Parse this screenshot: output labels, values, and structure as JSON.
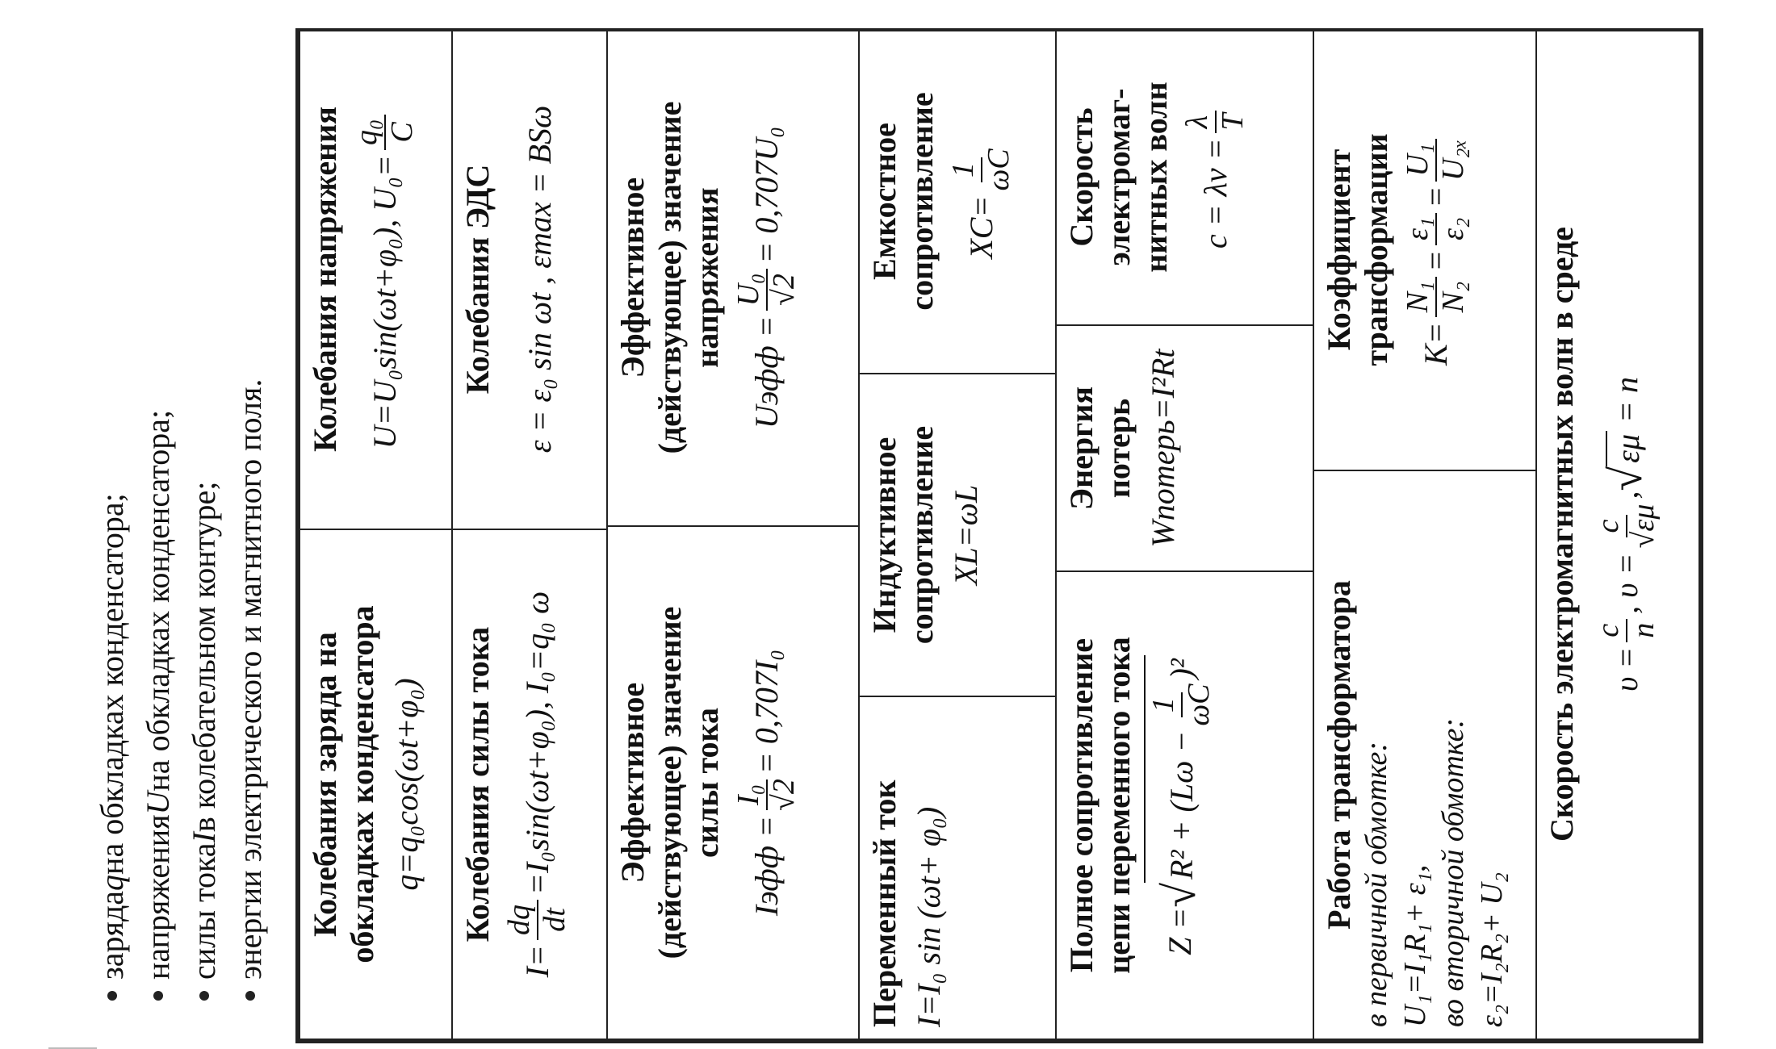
{
  "bullets": [
    {
      "pre": "заряда ",
      "var": "q",
      "post": " на обкладках конденсатора;"
    },
    {
      "pre": "напряжения ",
      "var": "U",
      "post": " на обкладках конденсатора;"
    },
    {
      "pre": "силы тока ",
      "var": "I",
      "post": "  в колебательном контуре;"
    },
    {
      "pre": "энергии электрического и магнитного поля.",
      "var": "",
      "post": ""
    }
  ],
  "cells": {
    "charge": {
      "title": "Колебания заряда  на\nобкладках конденсатора",
      "formula": "q=q₀cos(ωt+φ₀)"
    },
    "voltage": {
      "title": "Колебания напряжения",
      "f1": "U=U₀sin(ωt+φ₀),  U₀=",
      "num": "q₀",
      "den": "C"
    },
    "current": {
      "title": "Колебания силы тока",
      "lhs": "I=",
      "num": "dq",
      "den": "dt",
      "rhs": "=I₀sin(ωt+φ₀), I₀=q₀ ω"
    },
    "emf": {
      "title": "Колебания ЭДС",
      "formula": "ε = ε₀ sin ωt ,  εmax = BSω"
    },
    "eff_current": {
      "title": "Эффективное\n(действующее) значение\nсилы тока",
      "lhs": "Iэфф =",
      "num": "I₀",
      "den": "√2",
      "rhs": "= 0,707I₀"
    },
    "eff_voltage": {
      "title": "Эффективное\n(действующее) значение\nнапряжения",
      "lhs": "Uэфф =",
      "num": "U₀",
      "den": "√2",
      "rhs": "= 0,707U₀"
    },
    "ac": {
      "title": "Переменный ток",
      "formula": "I=I₀ sin (ωt+ φ₀)"
    },
    "inductive": {
      "title": "Индуктивное\nсопротивление",
      "formula": "XL=ωL"
    },
    "capacitive": {
      "title": "Емкостное\nсопротивление",
      "lhs": "XC=",
      "num": "1",
      "den": "ωC"
    },
    "impedance": {
      "title": "Полное сопротивление\nцепи переменного тока",
      "lhs": "Z =",
      "inner": "R² + (Lω −",
      "num": "1",
      "den": "ωC",
      "close": ")²"
    },
    "loss": {
      "title": "Энергия\nпотерь",
      "formula": "Wпотерь=I²Rt"
    },
    "em_speed": {
      "title": "Скорость\nэлектромаг-\nнитных волн",
      "lhs": "c = λν =",
      "num": "λ",
      "den": "T"
    },
    "transformer": {
      "title": "Работа трансформатора",
      "l1": "в первичной обмотке:",
      "l2": "U₁=I₁R₁+ ε₁,",
      "l3": "во вторичной обмотке:",
      "l4": "ε₂=I₂R₂+ U₂"
    },
    "ratio": {
      "title": "Коэффициент\nтрансформации",
      "lhs": "K=",
      "n1": "N₁",
      "d1": "N₂",
      "n2": "ε₁",
      "d2": "ε₂",
      "n3": "U₁",
      "d3": "U₂ₓ",
      "eq": "="
    },
    "medium": {
      "title": "Скорость электромагнитных волн в среде",
      "lhs": "υ =",
      "n1": "c",
      "d1": "n",
      "mid": ", υ =",
      "n2": "c",
      "d2": "√εμ",
      "tail": ",",
      "root": "εμ",
      "end": "= n"
    }
  }
}
